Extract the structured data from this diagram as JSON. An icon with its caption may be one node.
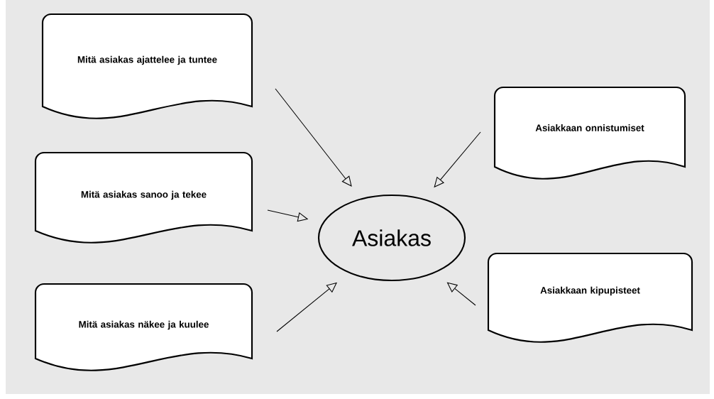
{
  "diagram": {
    "nodes": [
      {
        "text": [
          "Mitä asiakas ajattelee ja tuntee"
        ]
      },
      {
        "text": [
          "Mitä asiakas sanoo ja tekee"
        ]
      },
      {
        "text": [
          "Mitä asiakas näkee ja kuulee"
        ]
      },
      {
        "text": [
          "Asiakas"
        ]
      },
      {
        "text": [
          "Asiakkaan onnistumiset"
        ]
      },
      {
        "text": [
          "Asiakkaan kipupisteet"
        ]
      }
    ],
    "edges": [
      {
        "from": 0,
        "to": 3,
        "arrow": "to"
      },
      {
        "from": 1,
        "to": 3,
        "arrow": "to"
      },
      {
        "from": 2,
        "to": 3,
        "arrow": "to"
      },
      {
        "from": 4,
        "to": 3,
        "arrow": "to"
      },
      {
        "from": 5,
        "to": 3,
        "arrow": "to"
      }
    ]
  }
}
